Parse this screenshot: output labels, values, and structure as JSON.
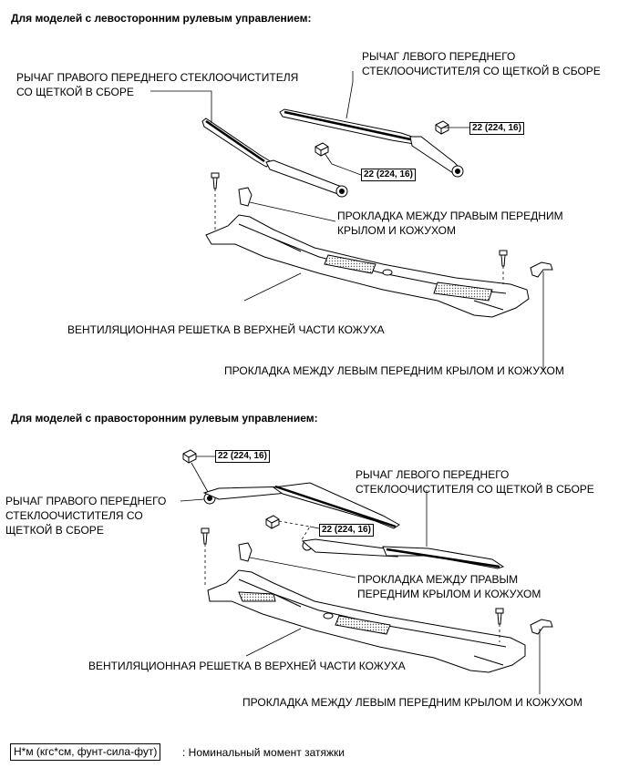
{
  "sections": [
    {
      "heading": "Для моделей с левосторонним рулевым управлением:",
      "labels": {
        "right_wiper_l1": "РЫЧАГ ПРАВОГО ПЕРЕДНЕГО СТЕКЛООЧИСТИТЕЛЯ",
        "right_wiper_l2": "СО ЩЕТКОЙ В СБОРЕ",
        "left_wiper_l1": "РЫЧАГ ЛЕВОГО ПЕРЕДНЕГО",
        "left_wiper_l2": "СТЕКЛООЧИСТИТЕЛЯ СО ЩЕТКОЙ В СБОРЕ",
        "right_seal_l1": "ПРОКЛАДКА МЕЖДУ ПРАВЫМ ПЕРЕДНИМ",
        "right_seal_l2": "КРЫЛОМ И КОЖУХОМ",
        "louver": "ВЕНТИЛЯЦИОННАЯ РЕШЕТКА В ВЕРХНЕЙ ЧАСТИ КОЖУХА",
        "left_seal": "ПРОКЛАДКА МЕЖДУ ЛЕВЫМ ПЕРЕДНИМ КРЫЛОМ И КОЖУХОМ"
      },
      "torques": [
        "22 (224, 16)",
        "22 (224, 16)"
      ]
    },
    {
      "heading": "Для моделей с правосторонним рулевым управлением:",
      "labels": {
        "right_wiper_l1": "РЫЧАГ ПРАВОГО ПЕРЕДНЕГО",
        "right_wiper_l2": "СТЕКЛООЧИСТИТЕЛЯ СО",
        "right_wiper_l3": "ЩЕТКОЙ В СБОРЕ",
        "left_wiper_l1": "РЫЧАГ ЛЕВОГО ПЕРЕДНЕГО",
        "left_wiper_l2": "СТЕКЛООЧИСТИТЕЛЯ СО ЩЕТКОЙ В СБОРЕ",
        "right_seal_l1": "ПРОКЛАДКА МЕЖДУ ПРАВЫМ",
        "right_seal_l2": "ПЕРЕДНИМ КРЫЛОМ И КОЖУХОМ",
        "louver": "ВЕНТИЛЯЦИОННАЯ РЕШЕТКА В ВЕРХНЕЙ ЧАСТИ КОЖУХА",
        "left_seal": "ПРОКЛАДКА МЕЖДУ ЛЕВЫМ ПЕРЕДНИМ КРЫЛОМ И КОЖУХОМ"
      },
      "torques": [
        "22 (224, 16)",
        "22 (224, 16)"
      ]
    }
  ],
  "legend": {
    "unit_box": "Н*м (кгс*см, фунт-сила-фут)",
    "description": ": Номинальный момент затяжки"
  }
}
